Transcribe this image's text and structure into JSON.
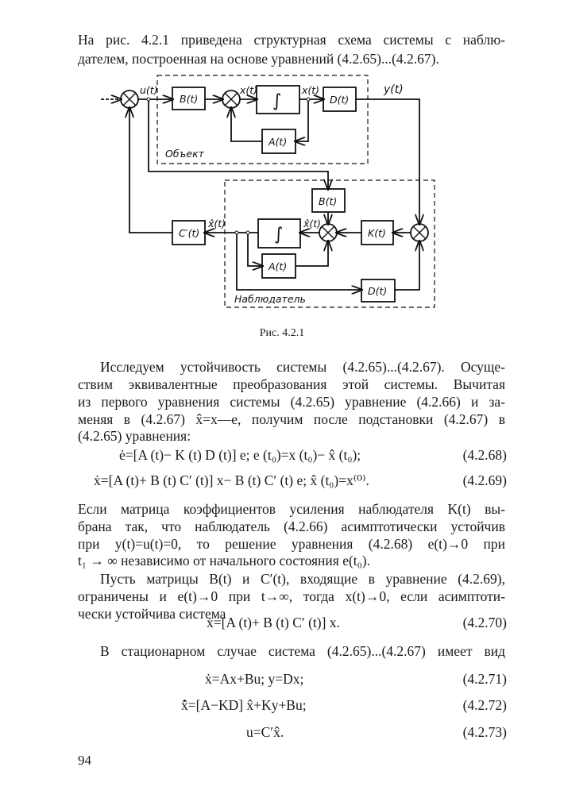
{
  "intro": [
    "На рис. 4.2.1 приведена структурная схема системы с наблю-",
    "дателем, построенная на основе уравнений (4.2.65)...(4.2.67)."
  ],
  "diagram": {
    "labels": {
      "u": "u(t)",
      "B_obj": "B(t)",
      "x_dot": "x(t)",
      "integral": "∫",
      "x": "x(t)",
      "D_obj": "D(t)",
      "y": "y(t)",
      "A_obj": "A(t)",
      "object": "Объект",
      "B_obs": "B(t)",
      "xhat_dot": "x̂(t)",
      "K": "K(t)",
      "C": "C′(t)",
      "xhat": "x̂(t)",
      "A_obs": "A(t)",
      "D_obs": "D(t)",
      "observer": "Наблюдатель"
    },
    "caption": "Рис. 4.2.1"
  },
  "para1": [
    "Исследуем устойчивость системы (4.2.65)...(4.2.67). Осуще-",
    "ствим эквивалентные преобразования этой системы. Вычитая",
    "из первого уравнения системы (4.2.65) уравнение (4.2.66) и за-",
    "меняя в (4.2.67) x̂=x—e, получим после подстановки (4.2.67) в",
    "(4.2.65) уравнения:"
  ],
  "equations": [
    {
      "text": "ė=[A (t)− K (t) D (t)] e;   e (t₀)=x (t₀)− x̂ (t₀);",
      "num": "(4.2.68)"
    },
    {
      "text": "ẋ=[A (t)+ B (t) C′ (t)] x− B (t) C′ (t) e;   x̂ (t₀)=x⁽⁰⁾.",
      "num": "(4.2.69)"
    },
    {
      "text": "ẋ=[A (t)+ B (t) C′ (t)] x.",
      "num": "(4.2.70)"
    },
    {
      "text": "ẋ=Ax+Bu;   y=Dx;",
      "num": "(4.2.71)"
    },
    {
      "text": "x̂̇=[A−KD] x̂+Ky+Bu;",
      "num": "(4.2.72)"
    },
    {
      "text": "u=C′x̂.",
      "num": "(4.2.73)"
    }
  ],
  "para2": [
    "Если матрица коэффициентов усиления наблюдателя K(t) вы-",
    "брана так, что наблюдатель (4.2.66) асимптотически устойчив",
    "при y(t)=u(t)=0, то решение уравнения (4.2.68) e(t)→0 при",
    "t₁ → ∞ независимо от начального состояния e(t₀)."
  ],
  "para3": [
    "Пусть матрицы B(t) и C′(t), входящие в уравнение (4.2.69),",
    "ограничены и e(t)→0 при t→∞, тогда x(t)→0, если асимптоти-",
    "чески устойчива система"
  ],
  "para4": "В стационарном случае система (4.2.65)...(4.2.67) имеет вид",
  "page_number": "94"
}
